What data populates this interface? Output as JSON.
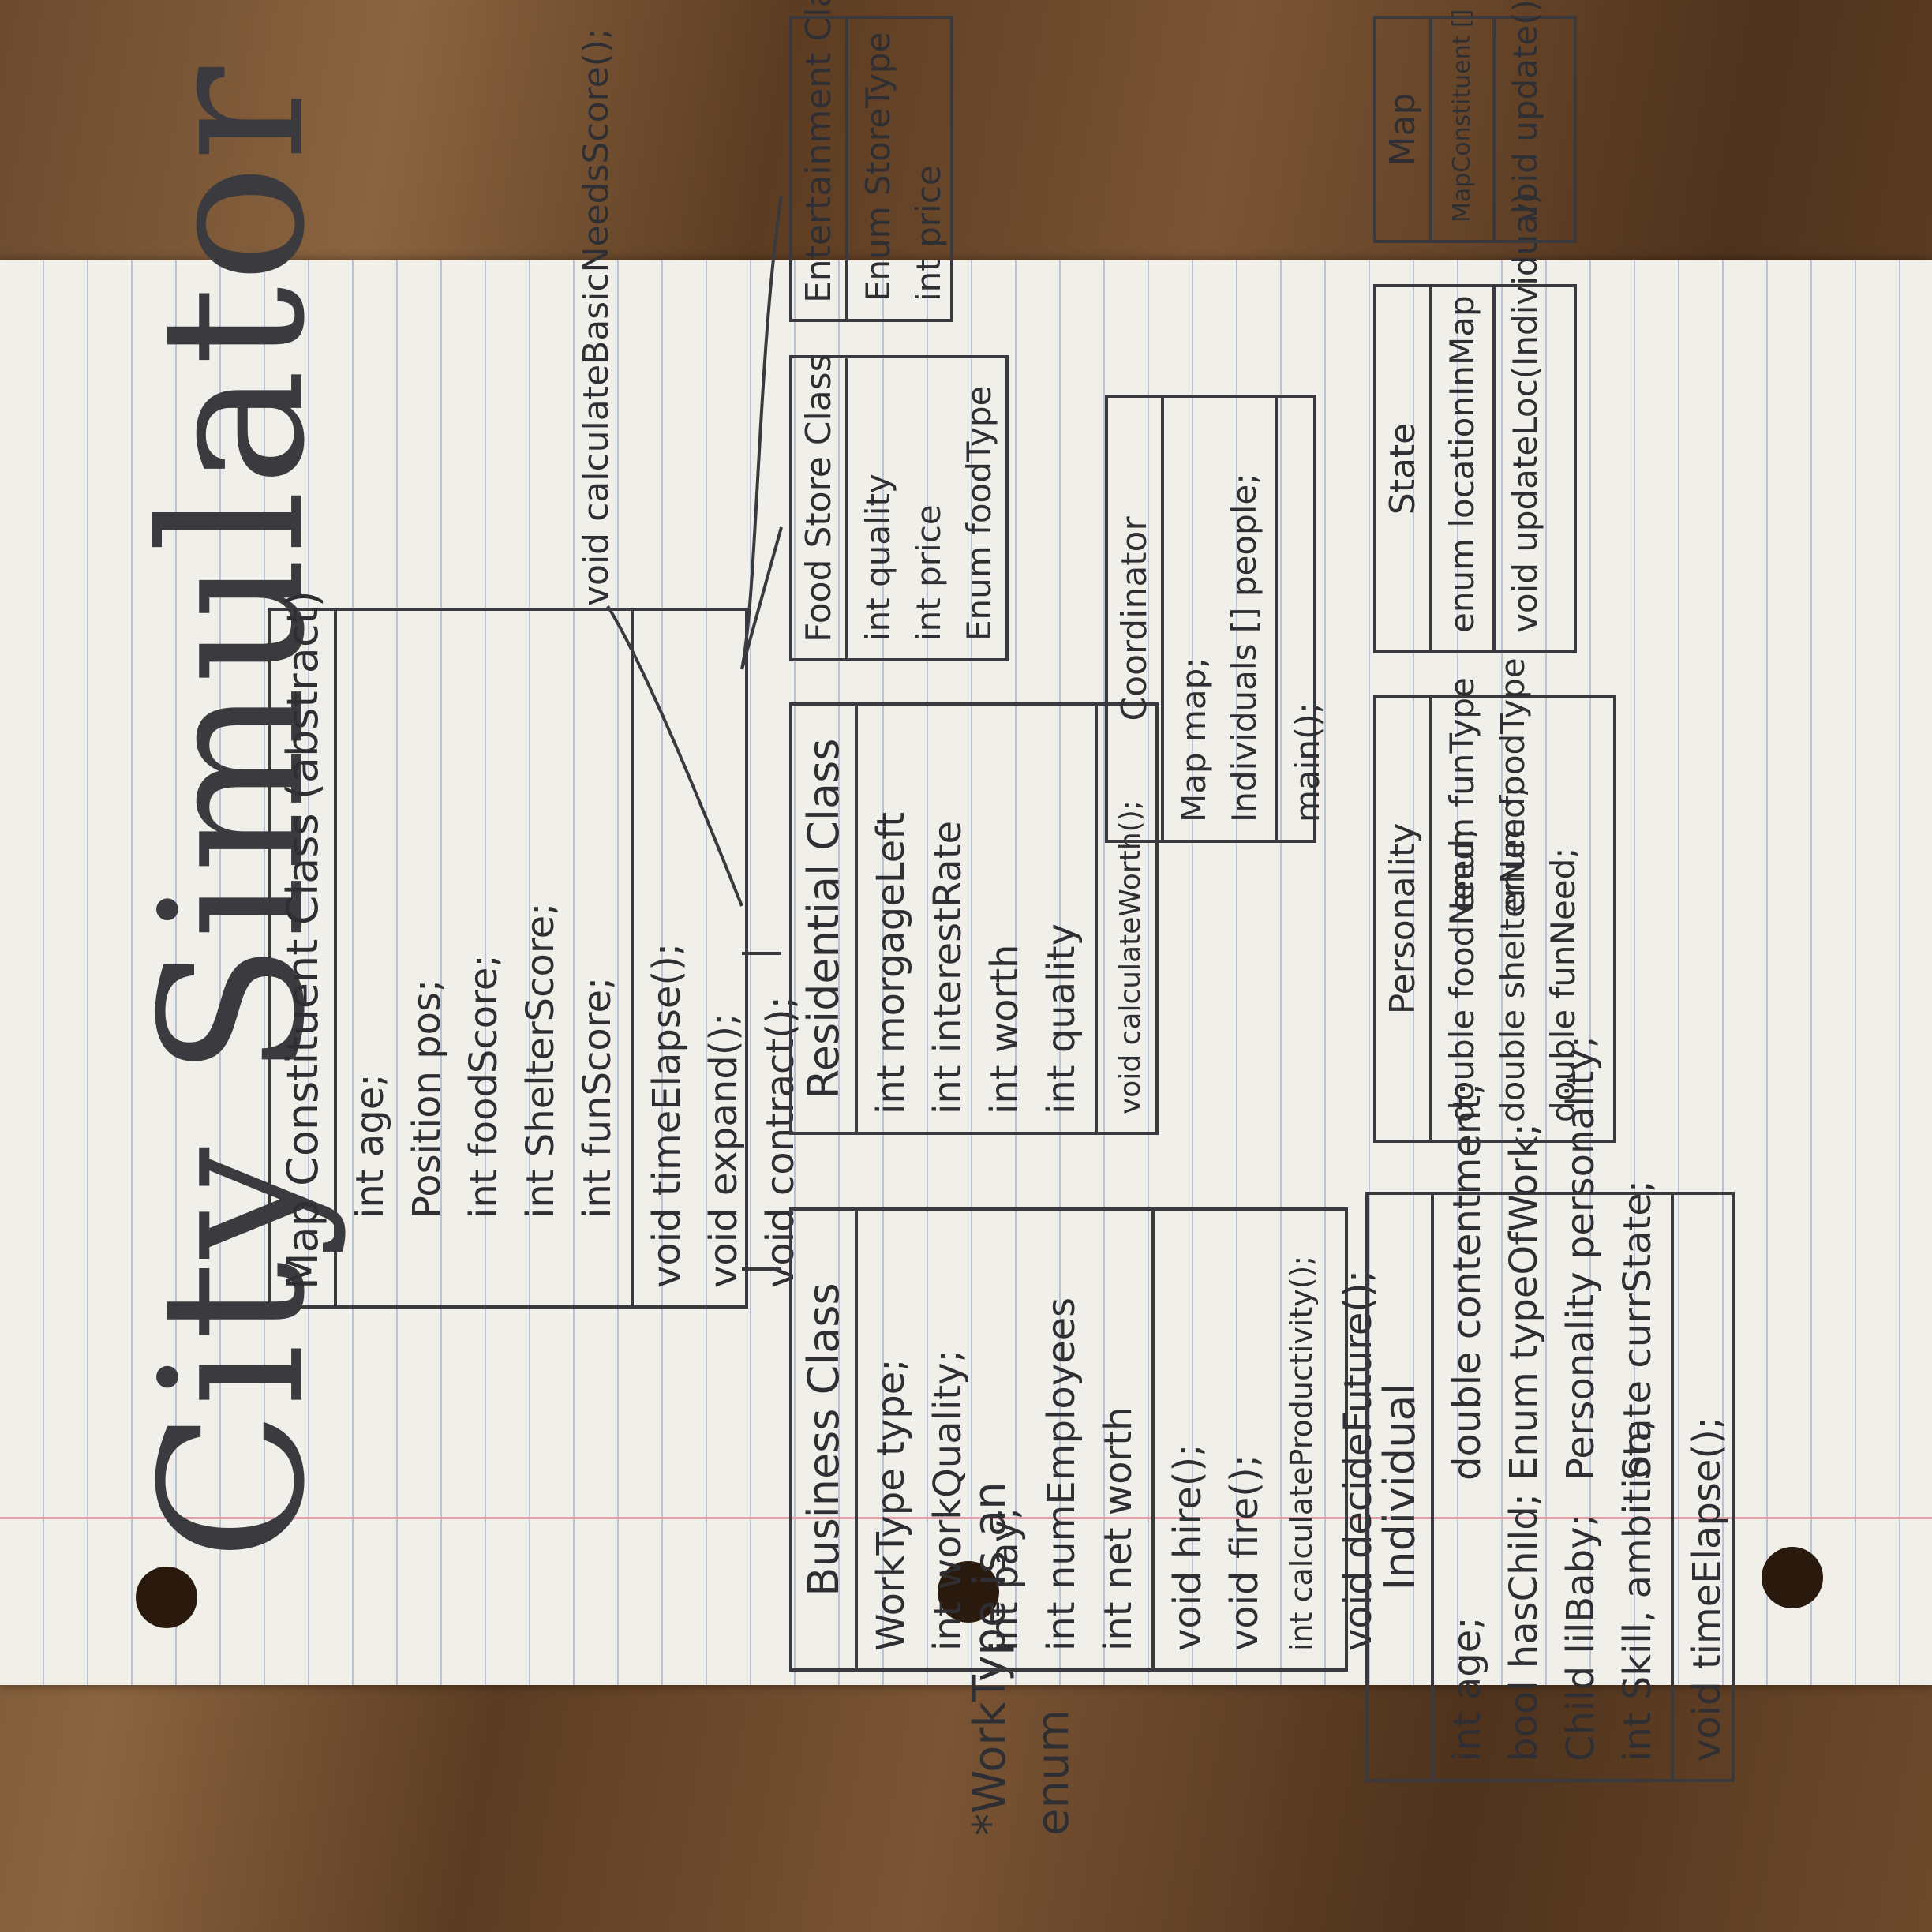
{
  "title": "City Simulator Rough Sketch",
  "note": [
    "*WorkType is an",
    "enum"
  ],
  "boxes": {
    "map_constituent": {
      "header": "Map Constituent Class (abstract)",
      "fields": [
        "int age;",
        "Position pos;",
        "int foodScore;",
        "int ShelterScore;",
        "int funScore;"
      ],
      "methods": [
        "void timeElapse();",
        "void expand();",
        "void contract();"
      ]
    },
    "business": {
      "header": "Business Class",
      "fields": [
        "WorkType type;",
        "int workQuality;",
        "int pay;",
        "int numEmployees",
        "int net worth"
      ],
      "methods": [
        "void hire();",
        "void fire();",
        "int calculateProductivity();",
        "void decideFuture();"
      ]
    },
    "residential": {
      "header": "Residential Class",
      "fields": [
        "int morgageLeft",
        "int interestRate",
        "int worth",
        "int quality"
      ],
      "methods": [
        "void calculateWorth();"
      ]
    },
    "foodstore": {
      "header": "Food Store Class",
      "fields": [
        "int quality",
        "int price",
        "Enum foodType"
      ]
    },
    "entertainment": {
      "header": "Entertainment Class",
      "fields": [
        "Enum StoreType",
        "int price"
      ]
    },
    "coordinator": {
      "header": "Coordinator",
      "fields": [
        "Map map;",
        "Individuals [] people;"
      ],
      "methods": [
        "main();"
      ]
    },
    "individual": {
      "header": "Individual",
      "fields": [
        "int age;",
        "bool hasChild;",
        "Child lilBaby;",
        "int Skill, ambition;",
        "double contentment;",
        "Enum typeOfWork;",
        "Personality personality;",
        "State currState;"
      ],
      "methods": [
        "void timeElapse();"
      ]
    },
    "personality": {
      "header": "Personality",
      "fields": [
        "double foodNeed;",
        "double shelterNeed;",
        "double funNeed;",
        "enum funType",
        "enum foodType"
      ]
    },
    "state": {
      "header": "State",
      "fields": [
        "enum locationInMap"
      ],
      "methods": [
        "void updateLoc(Individual)"
      ]
    },
    "map": {
      "header": "Map",
      "fields": [
        "MapConstituent [] layout;"
      ],
      "methods": [
        "void update();"
      ]
    }
  },
  "annotation": "void calculateBasicNeedsScore();"
}
